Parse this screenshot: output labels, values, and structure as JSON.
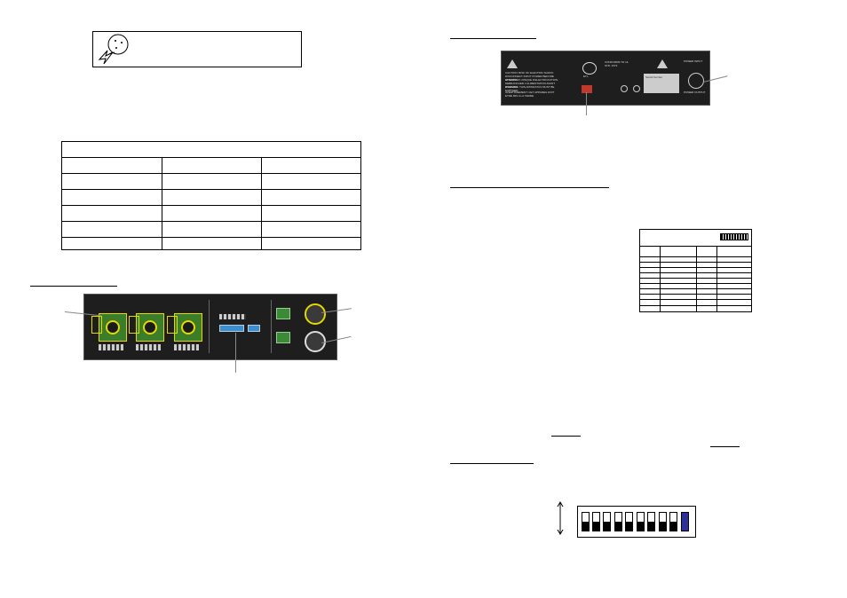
{
  "back_panel": {
    "line1": "CAUTION: RISK OF ELECTRIC SHOCK. DISCONNECT INPUT POWER BEFORE OPENING.",
    "line2": "ATTENTION: RISQUE D'ELECTROCUTION. DEBRANCHER L'ALIMENTATION AVANT D'OUVRIR.",
    "line3": "WARNING: THIS APPARATUS MUST BE EARTHED.",
    "line4": "AVERTISSEMENT: CET APPAREIL DOIT ETRE MIS A LA TERRE.",
    "cert_text": "CONFORMS TO UL STD. 1573",
    "etl_label": "ETL",
    "power_label": "POWER INPUT",
    "power_out_label": "POWER OUTPUT",
    "product_label": "Serial Number"
  },
  "mini_table": {
    "rows": 10
  },
  "dip_switch": {
    "count": 10,
    "on_index": 9,
    "accent": "#2f2f9a"
  },
  "colors": {
    "panel": "#1e1e1e",
    "connector_green": "#3c7d2a",
    "highlight_yellow": "#e6d800",
    "dip_blue": "#3a8fd1",
    "red_switch": "#c0392b"
  }
}
